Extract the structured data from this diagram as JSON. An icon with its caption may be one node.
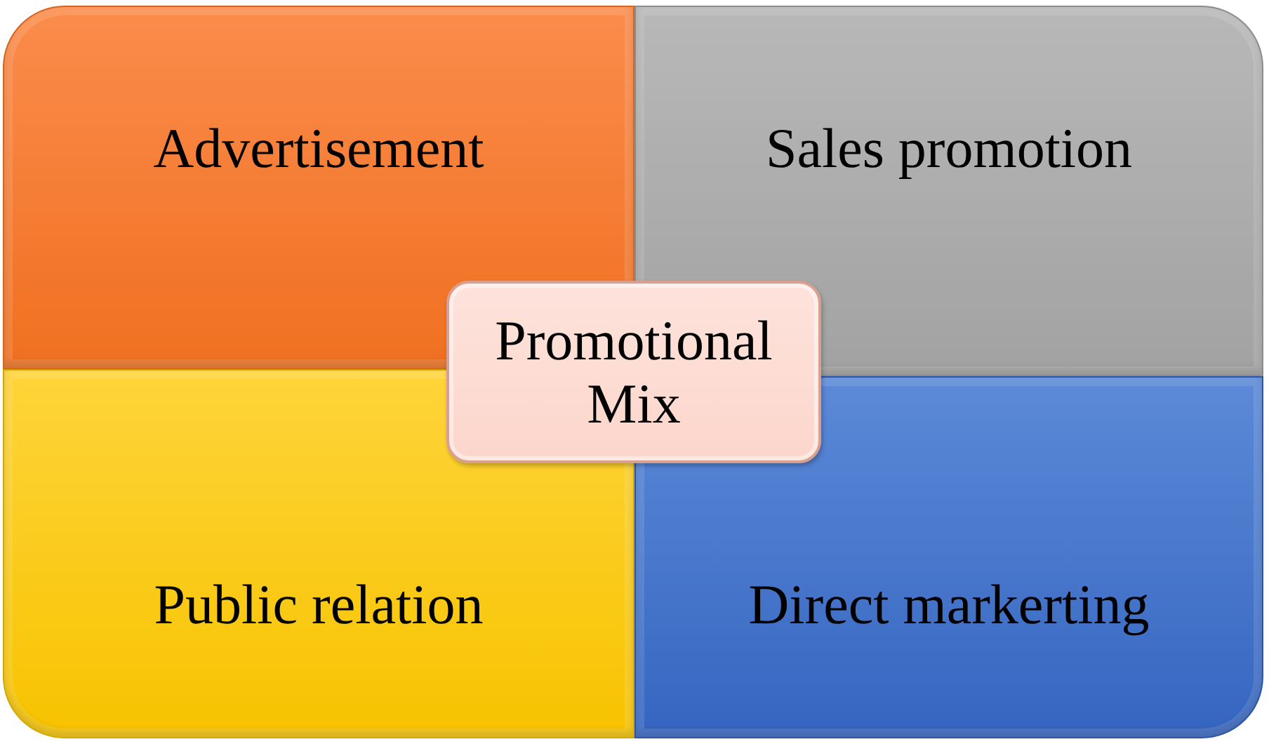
{
  "diagram": {
    "nodes": [
      {
        "text": [
          "Advertisement"
        ]
      },
      {
        "text": [
          "Sales promotion"
        ]
      },
      {
        "text": [
          "Promotional Mix"
        ]
      },
      {
        "text": [
          "Public relation"
        ]
      },
      {
        "text": [
          "Direct markerting"
        ]
      }
    ]
  }
}
